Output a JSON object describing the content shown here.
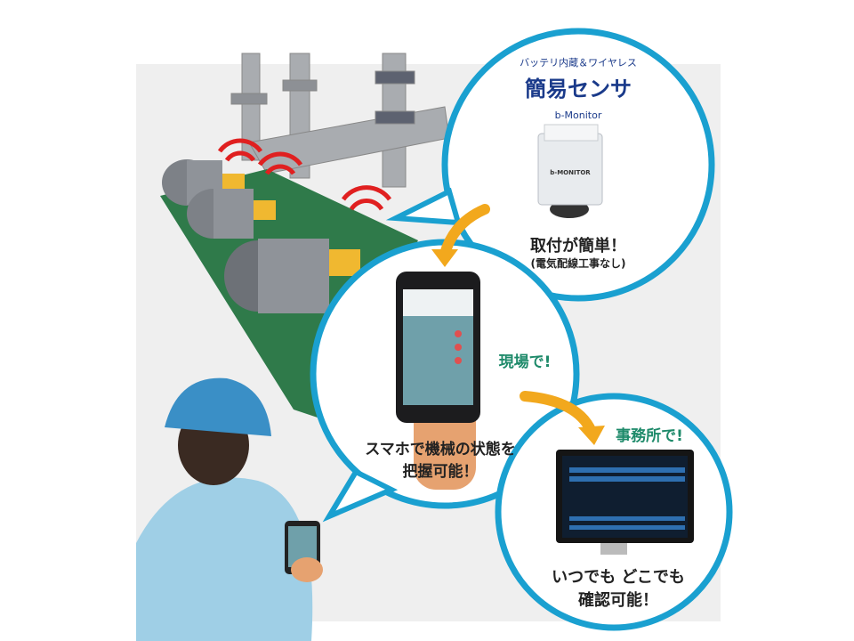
{
  "sensor_bubble": {
    "subtitle": "バッテリ内蔵＆ワイヤレス",
    "title": "簡易センサ",
    "product_name": "b-Monitor",
    "device_label": "b-MONITOR",
    "headline": "取付が簡単！",
    "note": "(電気配線工事なし)"
  },
  "phone_bubble": {
    "tag": "現場で!",
    "caption_line1": "スマホで機械の状態を",
    "caption_line2": "把握可能！"
  },
  "office_bubble": {
    "tag": "事務所で!",
    "caption_line1": "いつでも どこでも",
    "caption_line2": "確認可能！"
  },
  "colors": {
    "bubble_border": "#1aa0d0",
    "title_blue": "#1a3a8a",
    "tag_green": "#1e8a6a",
    "arrow_orange": "#f2a81d",
    "wireless_red": "#e02020",
    "background_panel": "#efefef"
  },
  "icons": [
    "wireless-signal-icon",
    "curved-arrow-icon",
    "smartphone-icon",
    "monitor-icon",
    "sensor-device-icon"
  ]
}
